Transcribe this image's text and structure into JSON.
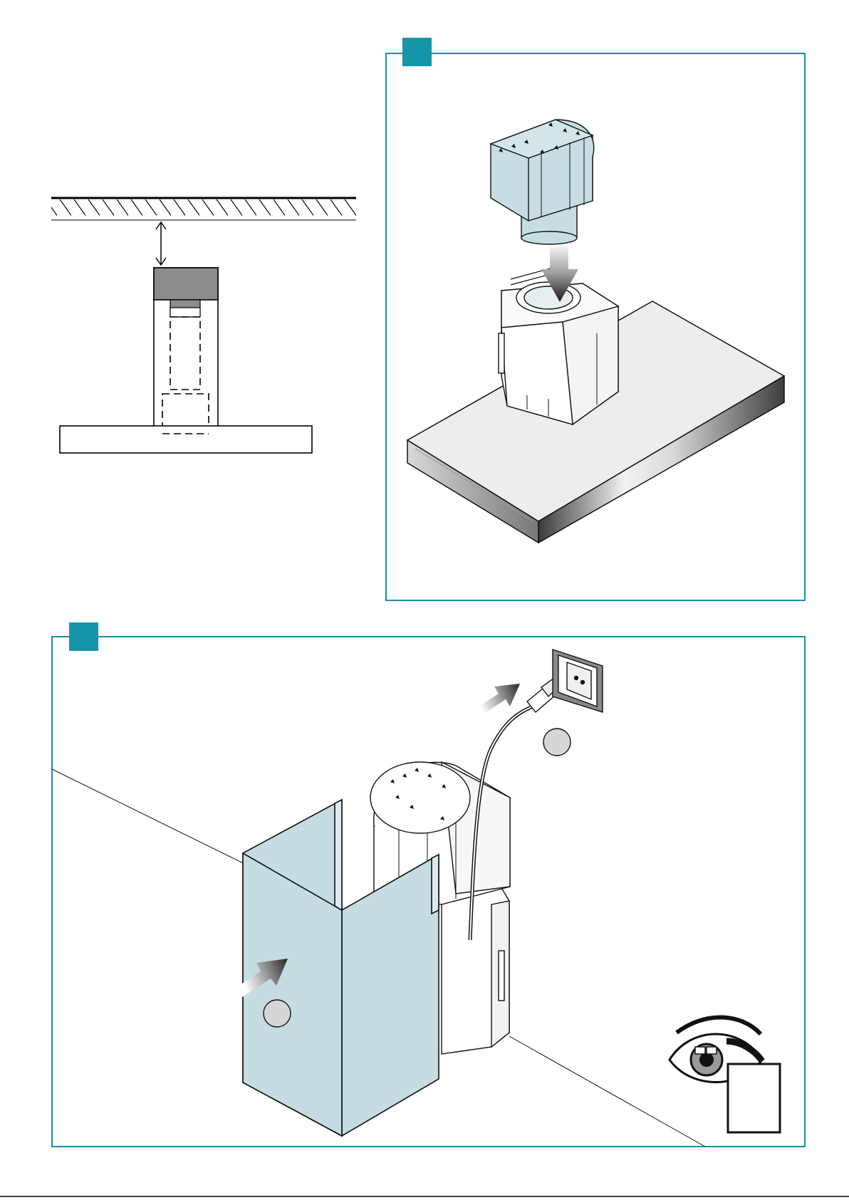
{
  "colors": {
    "frame": "#1a8fa3",
    "step_badge": "#1496a8",
    "panel_fill": "#c4dce2",
    "motor_fill": "#c7dde2",
    "duct_fill": "#8c8c8c",
    "outline": "#1a1a1a"
  },
  "icons": [
    "step-badge",
    "push-arrow",
    "eye-icon",
    "document-icon",
    "wall-socket-icon",
    "plug-icon",
    "callout-circle"
  ],
  "footer": {
    "page_number": ""
  }
}
